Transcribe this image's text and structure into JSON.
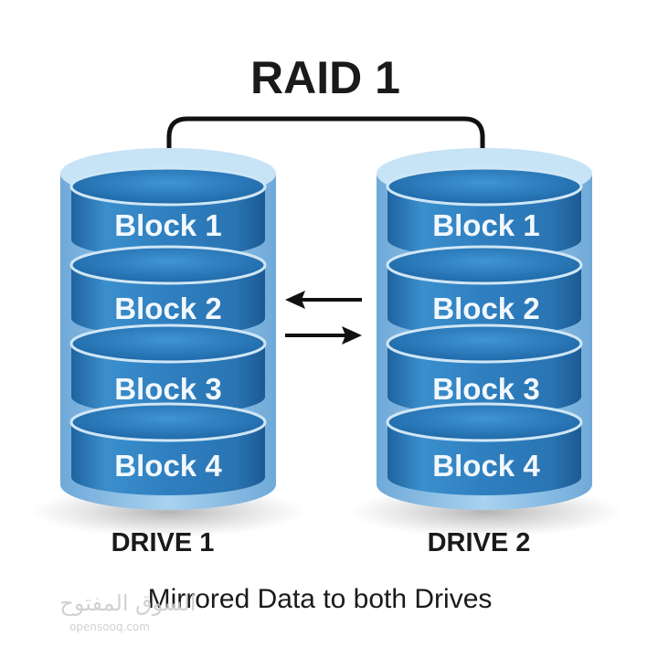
{
  "title": "RAID 1",
  "drives": [
    {
      "label": "DRIVE 1",
      "blocks": [
        "Block 1",
        "Block 2",
        "Block 3",
        "Block 4"
      ]
    },
    {
      "label": "DRIVE 2",
      "blocks": [
        "Block 1",
        "Block 2",
        "Block 3",
        "Block 4"
      ]
    }
  ],
  "caption": "Mirrored Data to both Drives",
  "watermark": {
    "brand": "السوق المفتوح",
    "site": "opensooq.com"
  },
  "colors": {
    "drive_body": "#2f7fc0",
    "drive_light": "#8dc2e8",
    "drive_dark": "#1b5e98",
    "lines": "#111111"
  }
}
